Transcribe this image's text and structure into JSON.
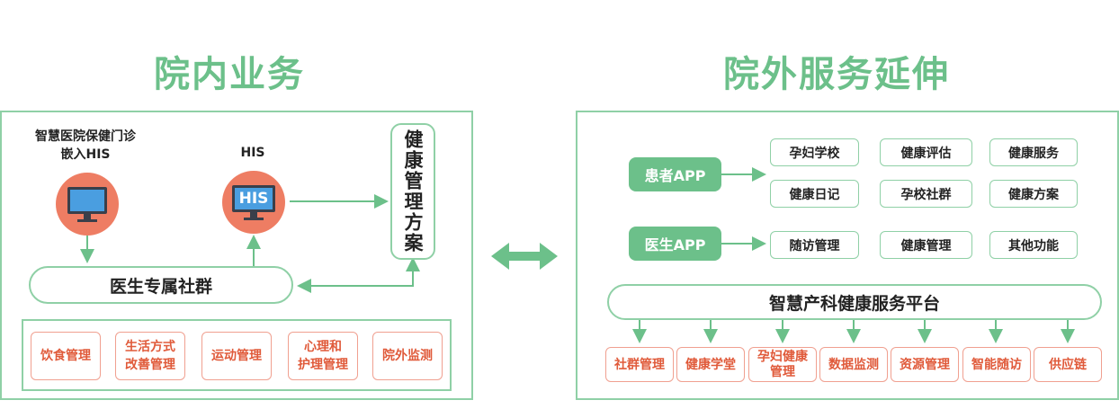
{
  "left": {
    "title": "院内业务",
    "smart_clinic_label_line1": "智慧医院保健门诊",
    "smart_clinic_label_line2": "嵌入HIS",
    "his_label": "HIS",
    "his_icon_text": "HIS",
    "health_plan": "健康管理方案",
    "doctor_group": "医生专属社群",
    "modules": [
      {
        "line1": "饮食管理",
        "line2": ""
      },
      {
        "line1": "生活方式",
        "line2": "改善管理"
      },
      {
        "line1": "运动管理",
        "line2": ""
      },
      {
        "line1": "心理和",
        "line2": "护理管理"
      },
      {
        "line1": "院外监测",
        "line2": ""
      }
    ]
  },
  "right": {
    "title": "院外服务延伸",
    "patient_app": "患者APP",
    "doctor_app": "医生APP",
    "patient_features": [
      "孕妇学校",
      "健康评估",
      "健康服务",
      "健康日记",
      "孕校社群",
      "健康方案"
    ],
    "doctor_features": [
      "随访管理",
      "健康管理",
      "其他功能"
    ],
    "platform": "智慧产科健康服务平台",
    "platform_modules": [
      {
        "line1": "社群管理",
        "line2": ""
      },
      {
        "line1": "健康学堂",
        "line2": ""
      },
      {
        "line1": "孕妇健康",
        "line2": "管理"
      },
      {
        "line1": "数据监测",
        "line2": ""
      },
      {
        "line1": "资源管理",
        "line2": ""
      },
      {
        "line1": "智能随访",
        "line2": ""
      },
      {
        "line1": "供应链",
        "line2": ""
      }
    ]
  },
  "colors": {
    "green": "#6cc08a",
    "green_border": "#8fd0a6",
    "red": "#e05a3a",
    "icon": "#ee7d63"
  }
}
